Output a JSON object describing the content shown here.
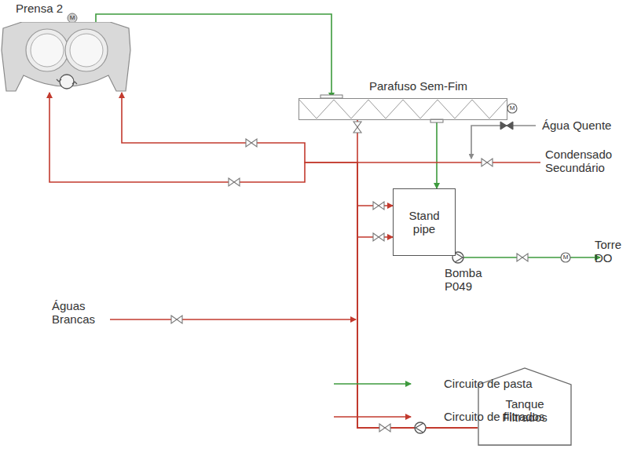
{
  "diagram": {
    "nodes": [
      {
        "text": [
          "Prensa 2"
        ]
      },
      {
        "text": [
          "Parafuso Sem-Fim"
        ]
      },
      {
        "text": [
          "Stand pipe"
        ]
      },
      {
        "text": [
          "Tanque Filtrados"
        ]
      }
    ],
    "edges": [
      {
        "from": 0,
        "to": 1,
        "arrow": "to"
      },
      {
        "from": 1,
        "to": 2,
        "arrow": "to"
      },
      {
        "from": 3,
        "to": 2,
        "arrow": "to"
      },
      {
        "from": 3,
        "to": 2,
        "arrow": "to"
      },
      {
        "from": 3,
        "to": 1,
        "arrow": "none"
      },
      {
        "from": 3,
        "to": 0,
        "arrow": "to"
      },
      {
        "from": 3,
        "to": 0,
        "arrow": "to"
      }
    ],
    "labels": [
      "M",
      "M",
      "Água Quente",
      "Condensado Secundário",
      "Bomba P049",
      "M",
      "Torre DO",
      "Águas Brancas"
    ],
    "legend": [
      {
        "text": "Circuito de pasta"
      },
      {
        "text": "Circuito de filtrados"
      }
    ]
  }
}
